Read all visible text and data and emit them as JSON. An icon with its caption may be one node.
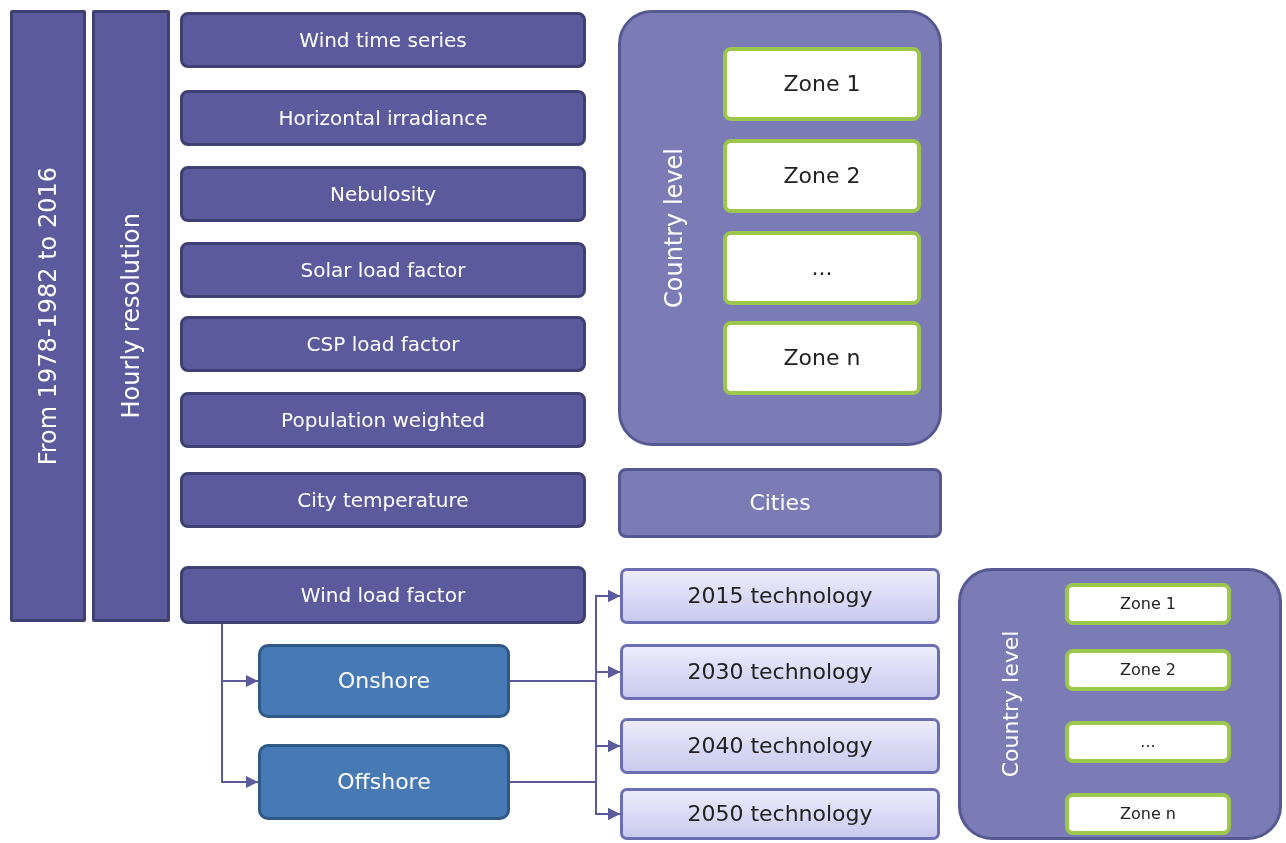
{
  "diagram": {
    "nodes": [
      {
        "text": [
          "From 1978-1982 to 2016"
        ]
      },
      {
        "text": [
          "Hourly resolution"
        ]
      },
      {
        "text": [
          "Wind time series"
        ]
      },
      {
        "text": [
          "Horizontal irradiance"
        ]
      },
      {
        "text": [
          "Nebulosity"
        ]
      },
      {
        "text": [
          "Solar load factor"
        ]
      },
      {
        "text": [
          "CSP load factor"
        ]
      },
      {
        "text": [
          "Population weighted"
        ]
      },
      {
        "text": [
          "City temperature"
        ]
      },
      {
        "text": [
          "Country level"
        ]
      },
      {
        "text": [
          "Zone 1"
        ],
        "in": 9
      },
      {
        "text": [
          "Zone 2"
        ],
        "in": 9
      },
      {
        "text": [
          "..."
        ],
        "in": 9
      },
      {
        "text": [
          "Zone n"
        ],
        "in": 9
      },
      {
        "text": [
          "Cities"
        ]
      },
      {
        "text": [
          "Wind load factor"
        ]
      },
      {
        "text": [
          "Onshore"
        ]
      },
      {
        "text": [
          "Offshore"
        ]
      },
      {
        "text": [
          "2015 technology"
        ]
      },
      {
        "text": [
          "2030 technology"
        ]
      },
      {
        "text": [
          "2040 technology"
        ]
      },
      {
        "text": [
          "2050 technology"
        ]
      },
      {
        "text": [
          "Country level"
        ]
      },
      {
        "text": [
          "Zone 1"
        ],
        "in": 22
      },
      {
        "text": [
          "Zone 2"
        ],
        "in": 22
      },
      {
        "text": [
          "..."
        ],
        "in": 22
      },
      {
        "text": [
          "Zone n"
        ],
        "in": 22
      }
    ],
    "edges": [
      {
        "from": 15,
        "to": 16,
        "arrow": "to"
      },
      {
        "from": 15,
        "to": 17,
        "arrow": "to"
      },
      {
        "from": 16,
        "to": 18,
        "arrow": "to"
      },
      {
        "from": 16,
        "to": 19,
        "arrow": "to"
      },
      {
        "from": 16,
        "to": 20,
        "arrow": "to"
      },
      {
        "from": 16,
        "to": 21,
        "arrow": "to"
      },
      {
        "from": 17,
        "to": 18,
        "arrow": "to"
      },
      {
        "from": 17,
        "to": 19,
        "arrow": "to"
      },
      {
        "from": 17,
        "to": 20,
        "arrow": "to"
      },
      {
        "from": 17,
        "to": 21,
        "arrow": "to"
      }
    ]
  }
}
